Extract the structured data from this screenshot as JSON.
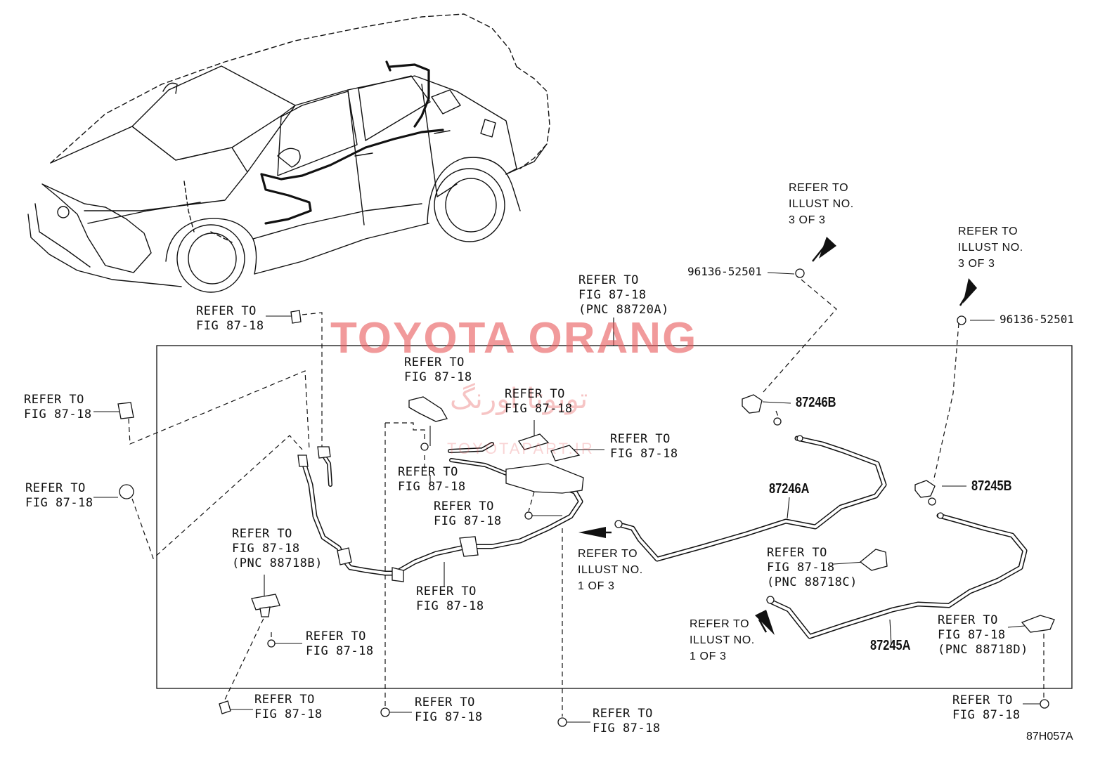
{
  "watermark": {
    "main": "TOYOTA ORANG",
    "persian": "تویوتا اورنگ",
    "url": "TOYOTAPART.IR",
    "color": "#e8585a"
  },
  "part_numbers": {
    "hose_87246A": "87246A",
    "hose_87246B": "87246B",
    "hose_87245A": "87245A",
    "hose_87245B": "87245B",
    "clip_left": "96136-52501",
    "clip_right": "96136-52501"
  },
  "refs": {
    "fig_a": "REFER TO\nFIG 87-18",
    "fig_b": "REFER TO\nFIG 87-18",
    "fig_c": "REFER TO\nFIG 87-18",
    "fig_d": "REFER TO\nFIG 87-18",
    "fig_e": "REFER TO\nFIG 87-18",
    "fig_f": "REFER TO\nFIG 87-18",
    "fig_g": "REFER TO\nFIG 87-18",
    "fig_h": "REFER TO\nFIG 87-18",
    "fig_i": "REFER TO\nFIG 87-18",
    "fig_j": "REFER TO\nFIG 87-18",
    "fig_k": "REFER TO\nFIG 87-18",
    "fig_l": "REFER TO\nFIG 87-18",
    "fig_m": "REFER TO\nFIG 87-18",
    "fig_n": "REFER TO\nFIG 87-18",
    "pnc_88720A": "REFER TO\nFIG 87-18\n(PNC 88720A)",
    "pnc_88718B": "REFER TO\nFIG 87-18\n(PNC 88718B)",
    "pnc_88718C": "REFER TO\nFIG 87-18\n(PNC 88718C)",
    "pnc_88718D": "REFER TO\nFIG 87-18\n(PNC 88718D)",
    "illust_top_left": "REFER TO\nILLUST NO.\n3 OF 3",
    "illust_top_right": "REFER TO\nILLUST NO.\n3 OF 3",
    "illust_mid": "REFER TO\nILLUST NO.\n1 OF 3",
    "illust_low": "REFER TO\nILLUST NO.\n1 OF 3"
  },
  "drawing_code": "87H057A"
}
